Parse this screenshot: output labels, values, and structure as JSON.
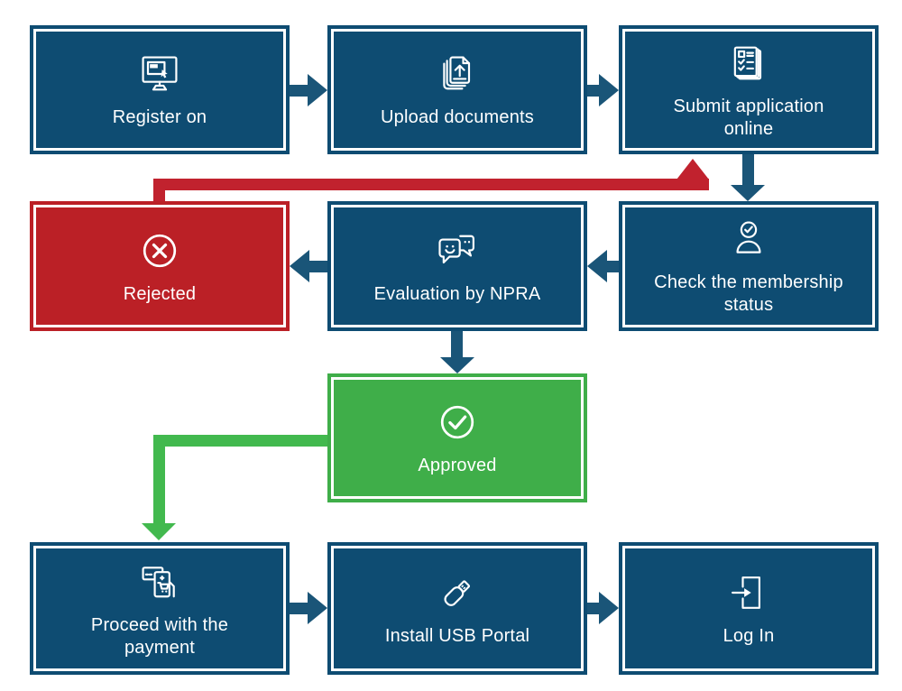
{
  "diagram": {
    "type": "flowchart",
    "colors": {
      "node_blue": "#0E4C72",
      "node_red": "#BB2026",
      "node_green": "#3FAE49",
      "arrow_blue": "#1A5578",
      "arrow_red": "#C1222E",
      "arrow_green": "#42B94E",
      "inner_border": "#FFFFFF",
      "text": "#FFFFFF"
    },
    "nodes": {
      "register": {
        "label": "Register on",
        "icon": "monitor-register-icon",
        "color": "blue"
      },
      "upload": {
        "label": "Upload documents",
        "icon": "upload-documents-icon",
        "color": "blue"
      },
      "submit": {
        "label": "Submit application online",
        "icon": "application-checklist-icon",
        "color": "blue"
      },
      "rejected": {
        "label": "Rejected",
        "icon": "cross-circle-icon",
        "color": "red"
      },
      "evaluation": {
        "label": "Evaluation by NPRA",
        "icon": "feedback-chat-icon",
        "color": "blue"
      },
      "check": {
        "label": "Check the membership status",
        "icon": "member-check-icon",
        "color": "blue"
      },
      "approved": {
        "label": "Approved",
        "icon": "check-circle-icon",
        "color": "green"
      },
      "payment": {
        "label": "Proceed with the payment",
        "icon": "mobile-payment-icon",
        "color": "blue"
      },
      "usb": {
        "label": "Install USB Portal",
        "icon": "usb-drive-icon",
        "color": "blue"
      },
      "login": {
        "label": "Log In",
        "icon": "log-in-icon",
        "color": "blue"
      }
    },
    "edges": [
      {
        "from": "register",
        "to": "upload",
        "color": "blue"
      },
      {
        "from": "upload",
        "to": "submit",
        "color": "blue"
      },
      {
        "from": "submit",
        "to": "check",
        "color": "blue"
      },
      {
        "from": "check",
        "to": "evaluation",
        "color": "blue"
      },
      {
        "from": "evaluation",
        "to": "rejected",
        "color": "blue"
      },
      {
        "from": "rejected",
        "to": "submit",
        "color": "red"
      },
      {
        "from": "evaluation",
        "to": "approved",
        "color": "blue"
      },
      {
        "from": "approved",
        "to": "payment",
        "color": "green"
      },
      {
        "from": "payment",
        "to": "usb",
        "color": "blue"
      },
      {
        "from": "usb",
        "to": "login",
        "color": "blue"
      }
    ]
  }
}
